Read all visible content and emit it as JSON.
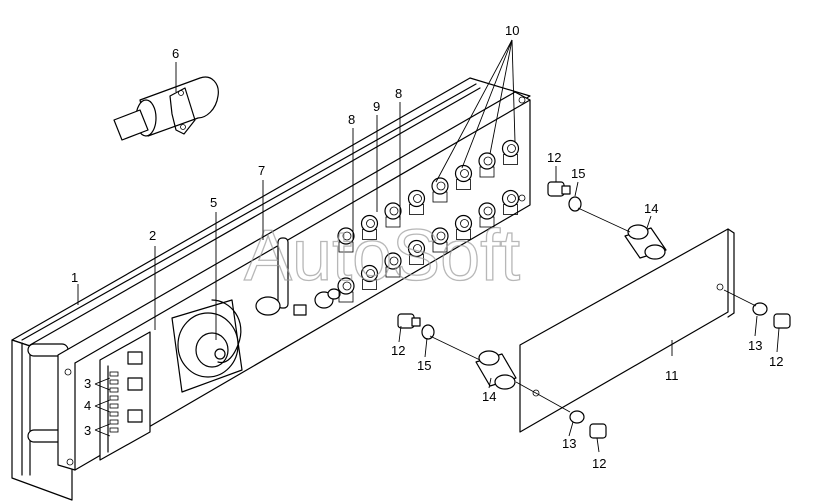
{
  "watermark": "AutoSoft",
  "callouts": [
    {
      "id": "c1",
      "label": "1"
    },
    {
      "id": "c2",
      "label": "2"
    },
    {
      "id": "c3a",
      "label": "3"
    },
    {
      "id": "c4",
      "label": "4"
    },
    {
      "id": "c3b",
      "label": "3"
    },
    {
      "id": "c5",
      "label": "5"
    },
    {
      "id": "c6",
      "label": "6"
    },
    {
      "id": "c7",
      "label": "7"
    },
    {
      "id": "c8a",
      "label": "8"
    },
    {
      "id": "c9",
      "label": "9"
    },
    {
      "id": "c8b",
      "label": "8"
    },
    {
      "id": "c10",
      "label": "10"
    },
    {
      "id": "c11",
      "label": "11"
    },
    {
      "id": "c12a",
      "label": "12"
    },
    {
      "id": "c15a",
      "label": "15"
    },
    {
      "id": "c14a",
      "label": "14"
    },
    {
      "id": "c12b",
      "label": "12"
    },
    {
      "id": "c15b",
      "label": "15"
    },
    {
      "id": "c14b",
      "label": "14"
    },
    {
      "id": "c13a",
      "label": "13"
    },
    {
      "id": "c12c",
      "label": "12"
    },
    {
      "id": "c13b",
      "label": "13"
    },
    {
      "id": "c12d",
      "label": "12"
    }
  ]
}
